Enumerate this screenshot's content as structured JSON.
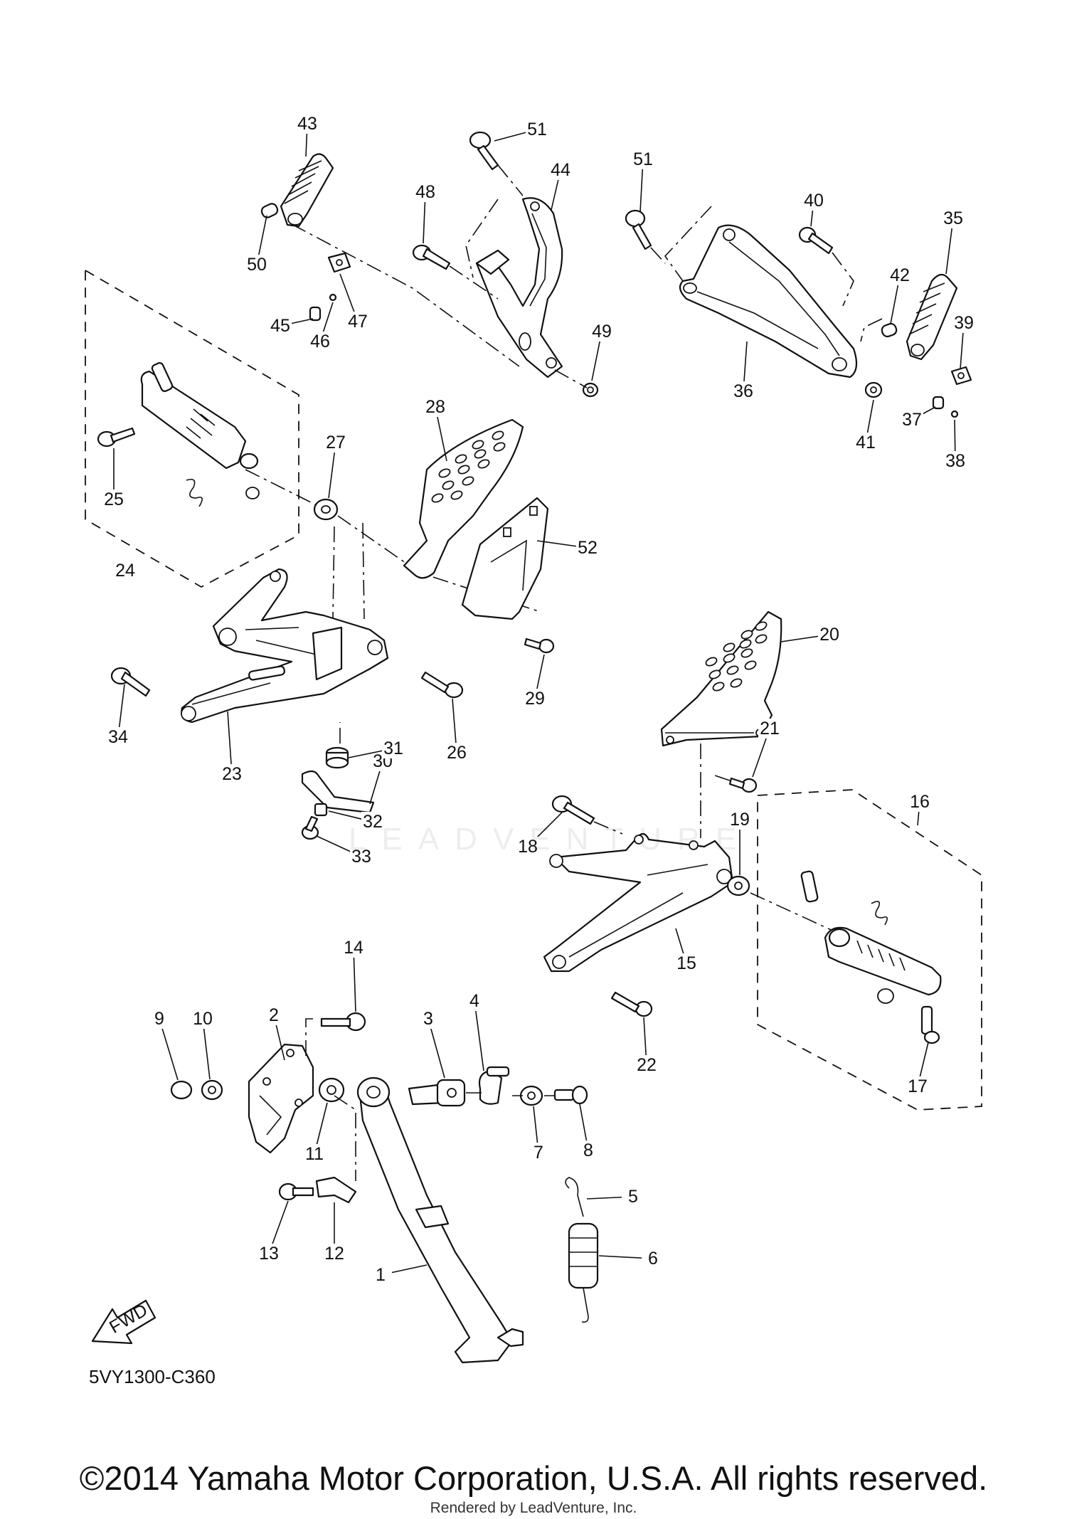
{
  "diagram": {
    "code": "5VY1300-C360",
    "fwd_label": "FWD",
    "watermark": "LEADVENTURE",
    "part_labels": [
      "1",
      "2",
      "3",
      "4",
      "5",
      "6",
      "7",
      "8",
      "9",
      "10",
      "11",
      "12",
      "13",
      "14",
      "15",
      "16",
      "17",
      "18",
      "19",
      "20",
      "21",
      "22",
      "23",
      "24",
      "25",
      "26",
      "27",
      "28",
      "29",
      "30",
      "31",
      "32",
      "33",
      "34",
      "35",
      "36",
      "37",
      "38",
      "39",
      "40",
      "41",
      "42",
      "43",
      "44",
      "45",
      "46",
      "47",
      "48",
      "49",
      "50",
      "51",
      "51",
      "52"
    ]
  },
  "footer": {
    "copyright": "©2014 Yamaha Motor Corporation, U.S.A. All rights reserved.",
    "rendered_by": "Rendered by LeadVenture, Inc."
  },
  "colors": {
    "line": "#111111",
    "background": "#ffffff"
  }
}
